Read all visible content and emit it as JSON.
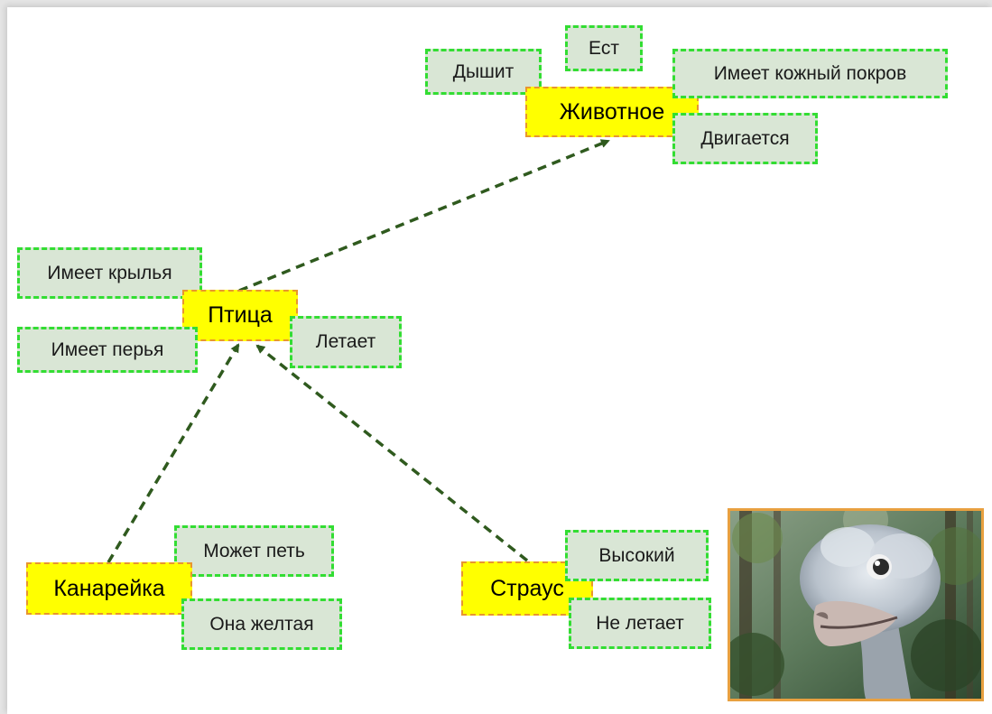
{
  "concepts": {
    "animal": "Животное",
    "bird": "Птица",
    "canary": "Канарейка",
    "ostrich": "Страус"
  },
  "animal_props": {
    "breathes": "Дышит",
    "eats": "Ест",
    "skin": "Имеет кожный покров",
    "moves": "Двигается"
  },
  "bird_props": {
    "wings": "Имеет крылья",
    "feathers": "Имеет перья",
    "flies": "Летает"
  },
  "canary_props": {
    "sings": "Может петь",
    "yellow": "Она желтая"
  },
  "ostrich_props": {
    "tall": "Высокий",
    "no_fly": "Не летает"
  },
  "colors": {
    "concept_fill": "#ffff00",
    "concept_border": "#e8962e",
    "prop_fill": "#d9e6d5",
    "prop_border": "#33dd33",
    "arrow": "#2f5a1e"
  },
  "photo_subject": "ostrich-photo"
}
